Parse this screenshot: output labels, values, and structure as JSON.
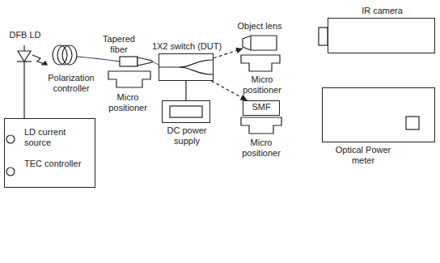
{
  "diagram": {
    "nodes": [
      {
        "text": [
          "LD current source",
          "TEC controller"
        ]
      },
      {
        "text": [
          "1X2 switch (DUT)"
        ]
      },
      {
        "text": [
          "DC power supply"
        ]
      },
      {
        "text": [
          "Object lens"
        ]
      },
      {
        "text": [
          "IR camera"
        ]
      },
      {
        "text": [
          "SMF"
        ]
      },
      {
        "text": [
          "Optical Power meter"
        ]
      }
    ],
    "edges": [
      {
        "from": 1,
        "to": 3,
        "arrow": "to"
      },
      {
        "from": 1,
        "to": 5,
        "arrow": "to"
      },
      {
        "from": 2,
        "to": 1,
        "arrow": "none"
      }
    ],
    "labels": [
      "DFB LD",
      "Polarization controller",
      "Tapered fiber",
      "Micro positioner",
      "Micro positioner",
      "Micro positioner"
    ]
  }
}
